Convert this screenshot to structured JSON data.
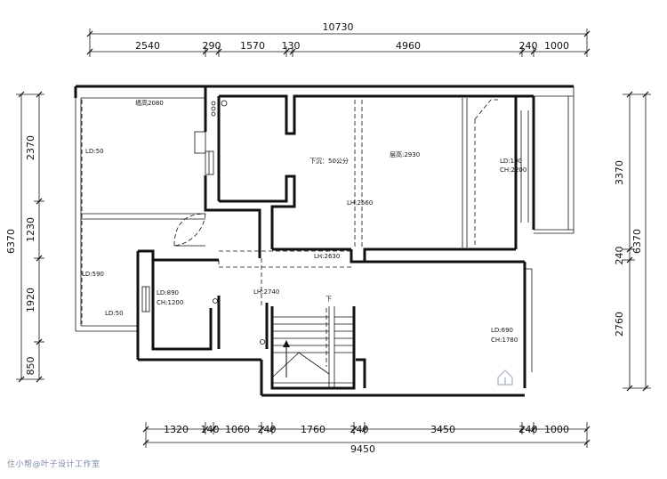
{
  "dimensions": {
    "top_total": "10730",
    "top_segments": [
      "2540",
      "290",
      "1570",
      "130",
      "4960",
      "240",
      "1000"
    ],
    "bottom_total": "9450",
    "bottom_segments": [
      "1320",
      "140",
      "1060",
      "240",
      "1760",
      "240",
      "3450",
      "240",
      "1000"
    ],
    "left_total": "6370",
    "left_segments": [
      "2370",
      "1230",
      "1920",
      "850"
    ],
    "right_total": "6370",
    "right_segments": [
      "3370",
      "240",
      "2760"
    ]
  },
  "labels": {
    "wall_height": "墙高2080",
    "ld50_top": "LD:50",
    "ld590": "LD:590",
    "ld50_bottom": "LD:50",
    "sunken": "下沉：50公分",
    "floor_height": "层高:2930",
    "lh2560": "LH:2560",
    "ld100": "LD:100",
    "ch2200": "CH:2200",
    "lh2630": "LH:2630",
    "ld890": "LD:890",
    "ch1200": "CH:1200",
    "lh2740": "LH:2740",
    "stair_down": "下",
    "ld690": "LD:690",
    "ch1780": "CH:1780"
  },
  "watermark": "住小帮@叶子设计工作室"
}
